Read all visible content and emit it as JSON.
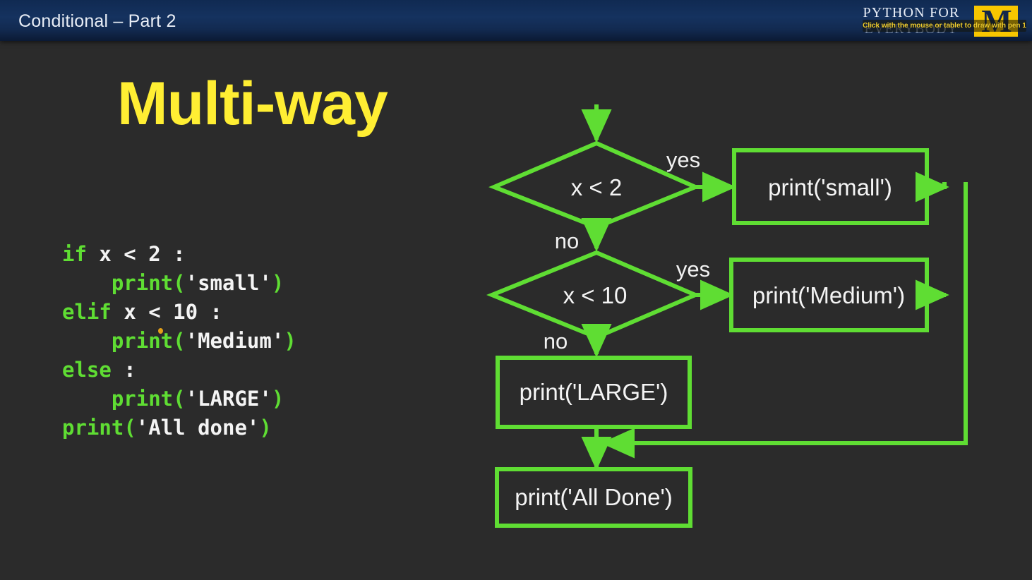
{
  "titlebar": {
    "title": "Conditional – Part 2"
  },
  "brand": {
    "line1": "PYTHON FOR",
    "line2": "EVERYBODY",
    "logo_letter": "M",
    "logo_color": "#f7c600"
  },
  "overlay": {
    "pen_tooltip": "Click with the mouse or tablet to draw with pen 1"
  },
  "slide": {
    "heading": "Multi-way",
    "heading_color": "#ffee33",
    "background_color": "#2b2b2b",
    "accent_green": "#5fdd33"
  },
  "code": {
    "lines": [
      {
        "indent": 0,
        "segments": [
          {
            "t": "if ",
            "c": "kw"
          },
          {
            "t": "x < 2 :",
            "c": "plain"
          }
        ]
      },
      {
        "indent": 1,
        "segments": [
          {
            "t": "print",
            "c": "kw"
          },
          {
            "t": "(",
            "c": "kw"
          },
          {
            "t": "'small'",
            "c": "plain"
          },
          {
            "t": ")",
            "c": "kw"
          }
        ]
      },
      {
        "indent": 0,
        "segments": [
          {
            "t": "elif ",
            "c": "kw"
          },
          {
            "t": "x < 10 :",
            "c": "plain"
          }
        ]
      },
      {
        "indent": 1,
        "segments": [
          {
            "t": "print",
            "c": "kw"
          },
          {
            "t": "(",
            "c": "kw"
          },
          {
            "t": "'Medium'",
            "c": "plain"
          },
          {
            "t": ")",
            "c": "kw"
          }
        ]
      },
      {
        "indent": 0,
        "segments": [
          {
            "t": "else",
            "c": "kw"
          },
          {
            "t": " :",
            "c": "plain"
          }
        ]
      },
      {
        "indent": 1,
        "segments": [
          {
            "t": "print",
            "c": "kw"
          },
          {
            "t": "(",
            "c": "kw"
          },
          {
            "t": "'LARGE'",
            "c": "plain"
          },
          {
            "t": ")",
            "c": "kw"
          }
        ]
      },
      {
        "indent": 0,
        "segments": [
          {
            "t": "print",
            "c": "kw"
          },
          {
            "t": "(",
            "c": "kw"
          },
          {
            "t": "'All done'",
            "c": "plain"
          },
          {
            "t": ")",
            "c": "kw"
          }
        ]
      }
    ],
    "plain_text": "if x < 2 :\n    print('small')\nelif x < 10 :\n    print('Medium')\nelse :\n    print('LARGE')\nprint('All done')"
  },
  "flowchart": {
    "decision_1": "x < 2",
    "decision_2": "x < 10",
    "process_small": "print('small')",
    "process_medium": "print('Medium')",
    "process_large": "print('LARGE')",
    "process_done": "print('All Done')",
    "edge_yes_1": "yes",
    "edge_no_1": "no",
    "edge_yes_2": "yes",
    "edge_no_2": "no"
  }
}
